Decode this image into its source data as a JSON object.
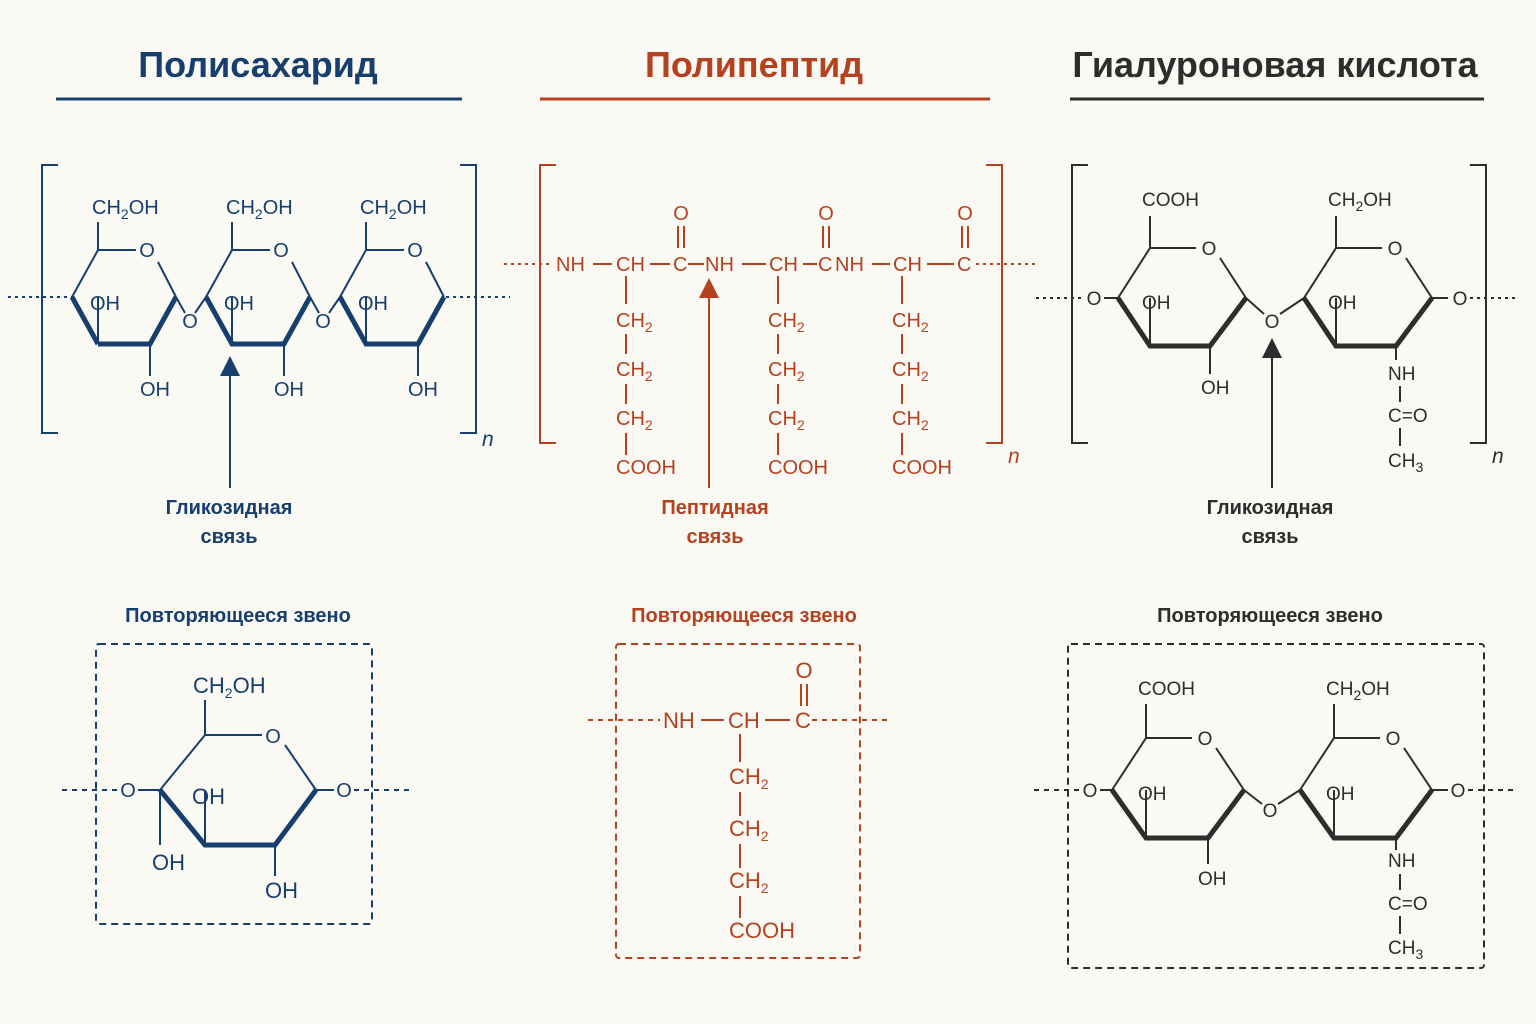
{
  "colors": {
    "polysaccharide": "#173f6e",
    "polypeptide": "#b5421f",
    "hyaluronic": "#2d2d2d",
    "background": "#fbf9f4"
  },
  "panels": {
    "polysaccharide": {
      "title": "Полисахарид",
      "bond_line1": "Гликозидная",
      "bond_line2": "связь",
      "repeat_title": "Повторяющееся звено",
      "repeat_count": "n"
    },
    "polypeptide": {
      "title": "Полипептид",
      "bond_line1": "Пептидная",
      "bond_line2": "связь",
      "repeat_title": "Повторяющееся звено",
      "repeat_count": "n"
    },
    "hyaluronic": {
      "title": "Гиалуроновая кислота",
      "bond_line1": "Гликозидная",
      "bond_line2": "связь",
      "repeat_title": "Повторяющееся звено",
      "repeat_count": "n"
    }
  },
  "atoms": {
    "ch2": "CH",
    "ch2_sub": "2",
    "ch2oh_a": "CH",
    "ch2oh_sub": "2",
    "ch2oh_b": "OH",
    "oh": "OH",
    "o": "O",
    "nh": "NH",
    "ch": "CH",
    "c": "C",
    "cooh": "COOH",
    "co": "C=O",
    "ch3": "CH",
    "ch3_sub": "3"
  }
}
